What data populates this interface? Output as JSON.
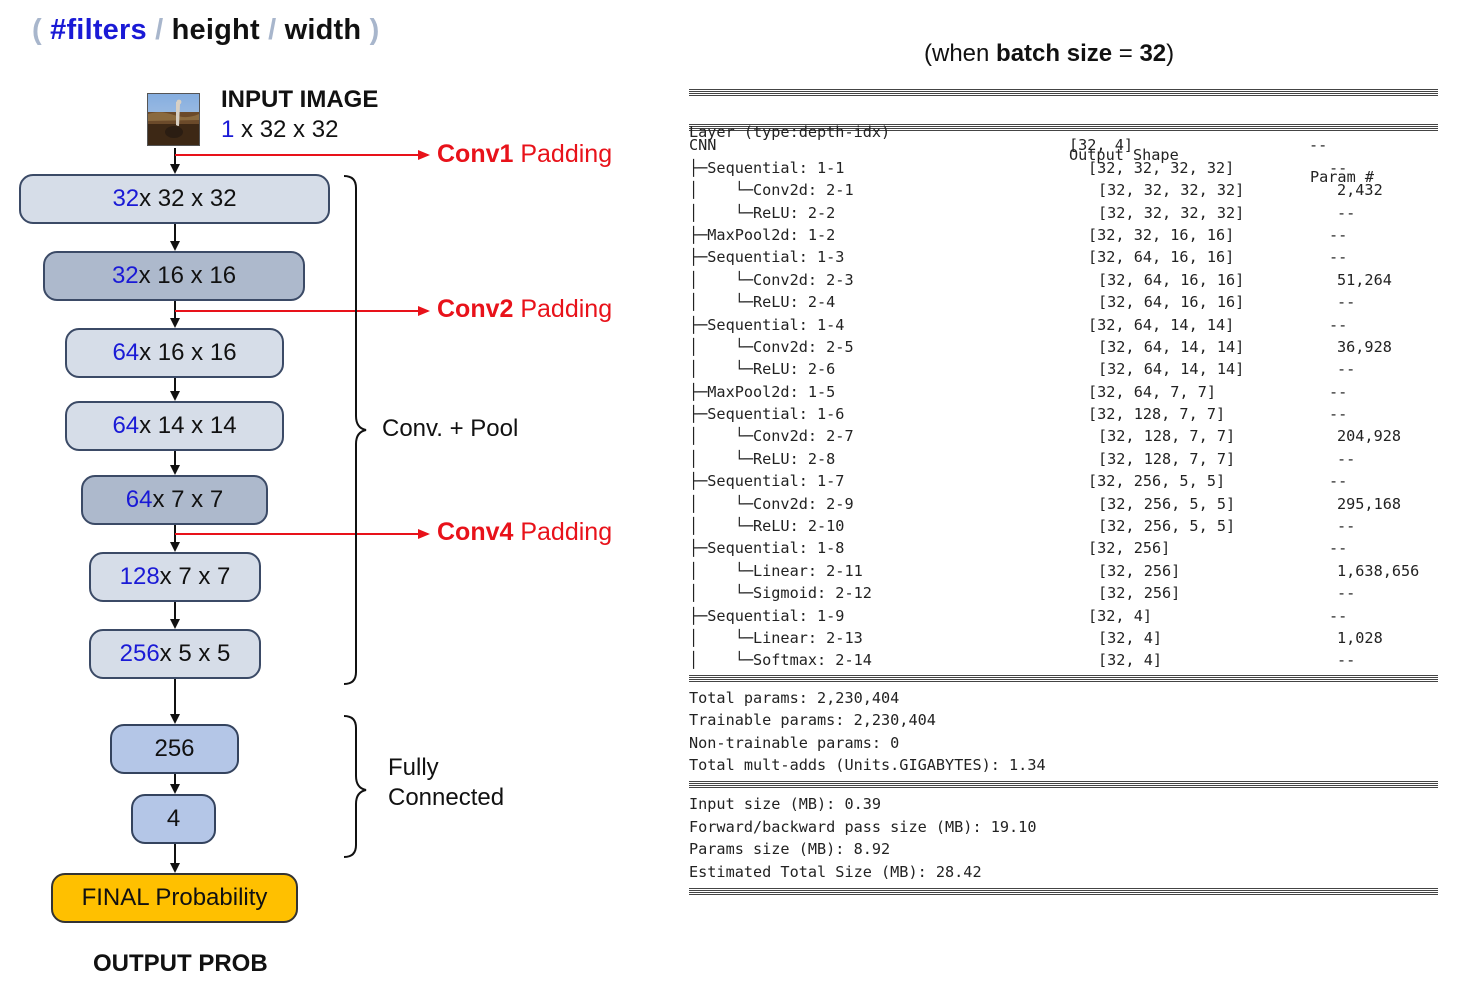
{
  "legend": {
    "open": "(",
    "filters": "#filters",
    "slash1": "/",
    "height": "height",
    "slash2": "/",
    "width": "width",
    "close": ")"
  },
  "batch_note": {
    "prefix": "(when ",
    "bold1": "batch size",
    "eq": " = ",
    "bold2": "32",
    "suffix": ")"
  },
  "input": {
    "title": "INPUT IMAGE",
    "filters": "1",
    "dims": " x 32 x 32"
  },
  "boxes": [
    {
      "filters": "32",
      "dims": " x 32 x 32"
    },
    {
      "filters": "32",
      "dims": " x 16 x 16"
    },
    {
      "filters": "64",
      "dims": " x 16 x 16"
    },
    {
      "filters": "64",
      "dims": " x 14 x 14"
    },
    {
      "filters": "64",
      "dims": " x 7 x 7"
    },
    {
      "filters": "128",
      "dims": " x 7 x 7"
    },
    {
      "filters": "256",
      "dims": " x 5 x 5"
    }
  ],
  "fc_boxes": [
    "256",
    "4"
  ],
  "final": "FINAL Probability",
  "output_label": "OUTPUT PROB",
  "conv_labels": [
    {
      "name": "Conv1",
      "tag": " Padding"
    },
    {
      "name": "Conv2",
      "tag": " Padding"
    },
    {
      "name": "Conv4",
      "tag": " Padding"
    }
  ],
  "groups": {
    "conv_pool": "Conv. + Pool",
    "fully_connected": "Fully\nConnected"
  },
  "summary": {
    "header": {
      "layer": "Layer (type:depth-idx)",
      "shape": "Output Shape",
      "param": "Param #"
    },
    "rows": [
      {
        "layer": "CNN",
        "shape": "[32, 4]",
        "param": "--",
        "indent": 0
      },
      {
        "layer": "├─Sequential: 1-1",
        "shape": "[32, 32, 32, 32]",
        "param": "--",
        "indent": 1
      },
      {
        "layer": "│    └─Conv2d: 2-1",
        "shape": "[32, 32, 32, 32]",
        "param": "2,432",
        "indent": 2
      },
      {
        "layer": "│    └─ReLU: 2-2",
        "shape": "[32, 32, 32, 32]",
        "param": "--",
        "indent": 2
      },
      {
        "layer": "├─MaxPool2d: 1-2",
        "shape": "[32, 32, 16, 16]",
        "param": "--",
        "indent": 1
      },
      {
        "layer": "├─Sequential: 1-3",
        "shape": "[32, 64, 16, 16]",
        "param": "--",
        "indent": 1
      },
      {
        "layer": "│    └─Conv2d: 2-3",
        "shape": "[32, 64, 16, 16]",
        "param": "51,264",
        "indent": 2
      },
      {
        "layer": "│    └─ReLU: 2-4",
        "shape": "[32, 64, 16, 16]",
        "param": "--",
        "indent": 2
      },
      {
        "layer": "├─Sequential: 1-4",
        "shape": "[32, 64, 14, 14]",
        "param": "--",
        "indent": 1
      },
      {
        "layer": "│    └─Conv2d: 2-5",
        "shape": "[32, 64, 14, 14]",
        "param": "36,928",
        "indent": 2
      },
      {
        "layer": "│    └─ReLU: 2-6",
        "shape": "[32, 64, 14, 14]",
        "param": "--",
        "indent": 2
      },
      {
        "layer": "├─MaxPool2d: 1-5",
        "shape": "[32, 64, 7, 7]",
        "param": "--",
        "indent": 1
      },
      {
        "layer": "├─Sequential: 1-6",
        "shape": "[32, 128, 7, 7]",
        "param": "--",
        "indent": 1
      },
      {
        "layer": "│    └─Conv2d: 2-7",
        "shape": "[32, 128, 7, 7]",
        "param": "204,928",
        "indent": 2
      },
      {
        "layer": "│    └─ReLU: 2-8",
        "shape": "[32, 128, 7, 7]",
        "param": "--",
        "indent": 2
      },
      {
        "layer": "├─Sequential: 1-7",
        "shape": "[32, 256, 5, 5]",
        "param": "--",
        "indent": 1
      },
      {
        "layer": "│    └─Conv2d: 2-9",
        "shape": "[32, 256, 5, 5]",
        "param": "295,168",
        "indent": 2
      },
      {
        "layer": "│    └─ReLU: 2-10",
        "shape": "[32, 256, 5, 5]",
        "param": "--",
        "indent": 2
      },
      {
        "layer": "├─Sequential: 1-8",
        "shape": "[32, 256]",
        "param": "--",
        "indent": 1
      },
      {
        "layer": "│    └─Linear: 2-11",
        "shape": "[32, 256]",
        "param": "1,638,656",
        "indent": 2
      },
      {
        "layer": "│    └─Sigmoid: 2-12",
        "shape": "[32, 256]",
        "param": "--",
        "indent": 2
      },
      {
        "layer": "├─Sequential: 1-9",
        "shape": "[32, 4]",
        "param": "--",
        "indent": 1
      },
      {
        "layer": "│    └─Linear: 2-13",
        "shape": "[32, 4]",
        "param": "1,028",
        "indent": 2
      },
      {
        "layer": "│    └─Softmax: 2-14",
        "shape": "[32, 4]",
        "param": "--",
        "indent": 2
      }
    ],
    "totals": [
      "Total params: 2,230,404",
      "Trainable params: 2,230,404",
      "Non-trainable params: 0",
      "Total mult-adds (Units.GIGABYTES): 1.34"
    ],
    "sizes": [
      "Input size (MB): 0.39",
      "Forward/backward pass size (MB): 19.10",
      "Params size (MB): 8.92",
      "Estimated Total Size (MB): 28.42"
    ]
  }
}
